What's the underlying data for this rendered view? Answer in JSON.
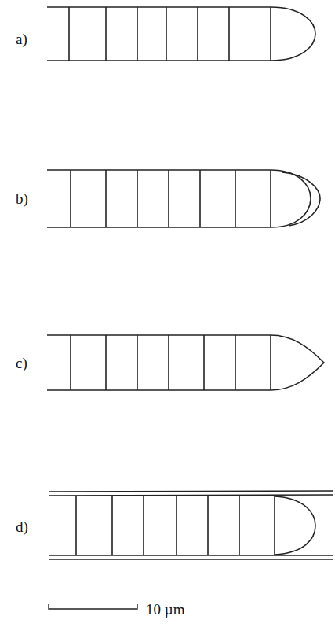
{
  "diagram": {
    "labels": [
      "a)",
      "b)",
      "c)",
      "d)",
      "10 µm"
    ]
  }
}
